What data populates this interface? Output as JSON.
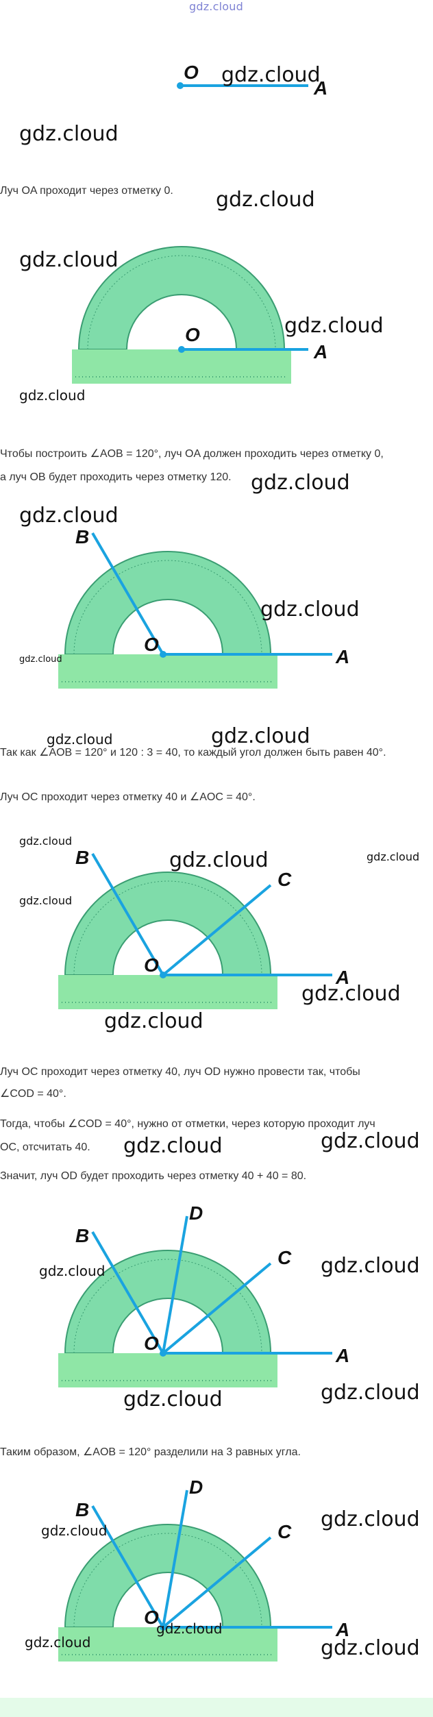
{
  "watermark": "gdz.cloud",
  "labels": {
    "O": "O",
    "A": "A",
    "B": "B",
    "C": "C",
    "D": "D"
  },
  "paragraphs": {
    "p1": "Луч OA проходит через отметку 0.",
    "p2a": "Чтобы построить ∠AOB = 120°, луч OA должен проходить через отметку 0,",
    "p2b": "а луч OB будет проходить через отметку 120.",
    "p3": "Так как ∠AOB = 120° и 120 : 3 = 40, то каждый угол должен быть равен 40°.",
    "p4": "Луч OC проходит через отметку 40 и ∠AOC = 40°.",
    "p5a": "Луч OC проходит через отметку 40, луч OD нужно провести так, чтобы",
    "p5b": "∠COD = 40°.",
    "p6a": "Тогда, чтобы ∠COD = 40°, нужно от отметки, через которую проходит луч",
    "p6b": "OC, отсчитать 40.",
    "p7": "Значит, луч OD будет проходить через отметку 40 + 40 = 80.",
    "p8": "Таким образом, ∠AOB = 120° разделили на 3 равных угла."
  },
  "colors": {
    "ray": "#1aa3e0",
    "protractor": "#7fdcaa",
    "ruler": "#8fe6a6",
    "ticks": "#3a9d72",
    "watermark_top": "#7f83d4"
  }
}
